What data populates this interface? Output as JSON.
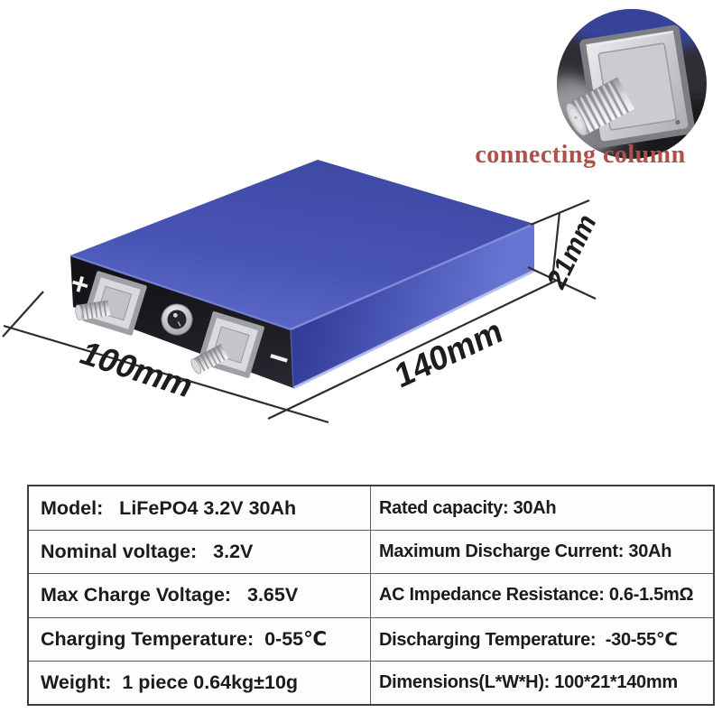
{
  "inset": {
    "label": "connecting column"
  },
  "battery": {
    "positive_sign": "+",
    "negative_sign": "−",
    "dim_width": "100mm",
    "dim_length": "140mm",
    "dim_height": "21mm"
  },
  "spec_table": {
    "rows": [
      {
        "left": "Model:   LiFePO4 3.2V 30Ah",
        "right": "Rated capacity: 30Ah"
      },
      {
        "left": "Nominal voltage:   3.2V",
        "right": "Maximum Discharge Current: 30Ah"
      },
      {
        "left": "Max Charge Voltage:   3.65V",
        "right": "AC Impedance Resistance: 0.6-1.5mΩ"
      },
      {
        "left": "Charging Temperature:  0-55℃",
        "right": "Discharging Temperature:  -30-55℃"
      },
      {
        "left": "Weight:  1 piece 0.64kg±10g",
        "right": "Dimensions(L*W*H): 100*21*140mm"
      }
    ]
  },
  "colors": {
    "battery_blue": "#4653b2",
    "battery_side_blue": "#6674d2",
    "front_face_black": "#17171d",
    "accent_red": "#b0504c",
    "dimension_line": "#2d2d2d",
    "table_border": "#3c3c3c"
  }
}
